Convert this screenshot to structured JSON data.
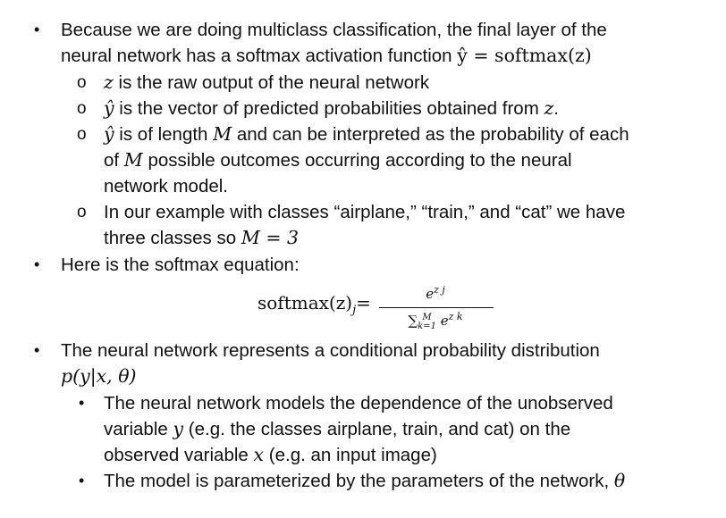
{
  "bullets": {
    "dot": "•",
    "circle": "o"
  },
  "b1": {
    "line1": "Because we are doing multiclass classification, the final layer of the",
    "line2_text": "neural network has a softmax activation function ",
    "line2_math": "ŷ = softmax(z)"
  },
  "s1": {
    "math": "z",
    "text": " is the raw output of the neural network"
  },
  "s2": {
    "math1": "ŷ",
    "text": " is the vector of predicted probabilities obtained from ",
    "math2": "z",
    "end": "."
  },
  "s3": {
    "math1": "ŷ",
    "text1": " is of length ",
    "math2": "M",
    "text2": " and can be interpreted as the probability of each",
    "line2_pre": "of ",
    "line2_math": "M",
    "line2_text": " possible outcomes occurring according to the neural",
    "line3": "network model."
  },
  "s4": {
    "line1": "In our example with classes “airplane,” “train,” and “cat” we have",
    "line2_text": "three classes so ",
    "line2_math": "M = 3"
  },
  "b2": {
    "text": "Here is the softmax equation:"
  },
  "equation": {
    "lhs": "softmax(z)",
    "lhs_sub": "j",
    "eq": "=",
    "num_base": "e",
    "num_sup": "z j",
    "den_sigma": "∑",
    "den_upper": "M",
    "den_lower": "k=1",
    "den_base": "e",
    "den_sup": "z k"
  },
  "b3": {
    "line1": "The neural network represents a conditional probability distribution",
    "line2_math": "p(y|x, θ)"
  },
  "t1": {
    "line1_text": "The neural network models the dependence of the unobserved",
    "line2_pre": "variable ",
    "line2_math": "y",
    "line2_text": " (e.g. the classes airplane, train, and cat) on the",
    "line3_pre": "observed variable ",
    "line3_math": "x",
    "line3_text": " (e.g. an input image)"
  },
  "t2": {
    "text": "The model is parameterized by the parameters of the network, ",
    "math": "θ"
  }
}
